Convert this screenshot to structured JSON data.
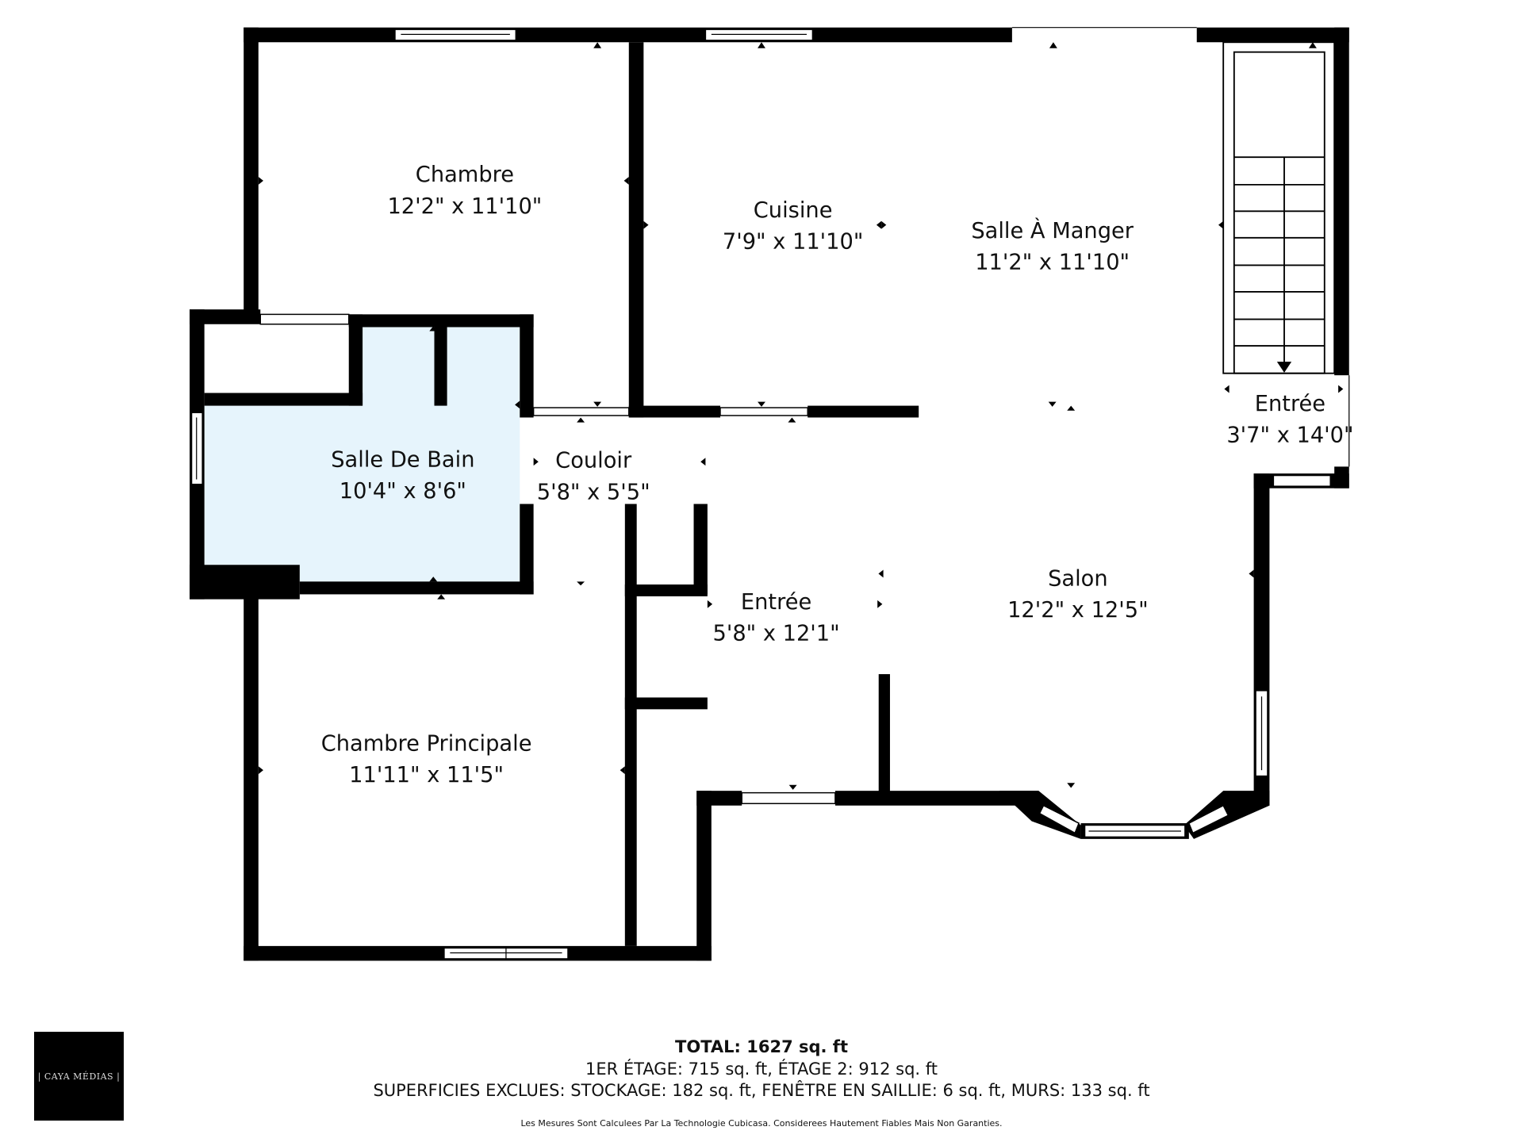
{
  "rooms": [
    {
      "name": "Chambre",
      "size": "12'2\" x 11'10\""
    },
    {
      "name": "Cuisine",
      "size": "7'9\" x 11'10\""
    },
    {
      "name": "Salle À Manger",
      "size": "11'2\" x 11'10\""
    },
    {
      "name": "Entrée",
      "size": "3'7\" x 14'0\""
    },
    {
      "name": "Salle De Bain",
      "size": "10'4\" x 8'6\""
    },
    {
      "name": "Couloir",
      "size": "5'8\" x 5'5\""
    },
    {
      "name": "Entrée",
      "size": "5'8\" x 12'1\""
    },
    {
      "name": "Salon",
      "size": "12'2\" x 12'5\""
    },
    {
      "name": "Chambre Principale",
      "size": "11'11\" x 11'5\""
    }
  ],
  "colors": {
    "bathroom": "#e6f4fc",
    "wall": "#000000"
  },
  "footer": {
    "total": "TOTAL: 1627 sq. ft",
    "floors": "1ER ÉTAGE: 715 sq. ft, ÉTAGE 2: 912 sq. ft",
    "excluded": "SUPERFICIES EXCLUES: STOCKAGE: 182 sq. ft, FENÊTRE EN SAILLIE: 6 sq. ft, MURS: 133 sq. ft",
    "disclaimer": "Les Mesures Sont Calculees Par La Technologie Cubicasa. Considerees Hautement Fiables Mais Non Garanties."
  },
  "logo": "| CAYA MÉDIAS |"
}
